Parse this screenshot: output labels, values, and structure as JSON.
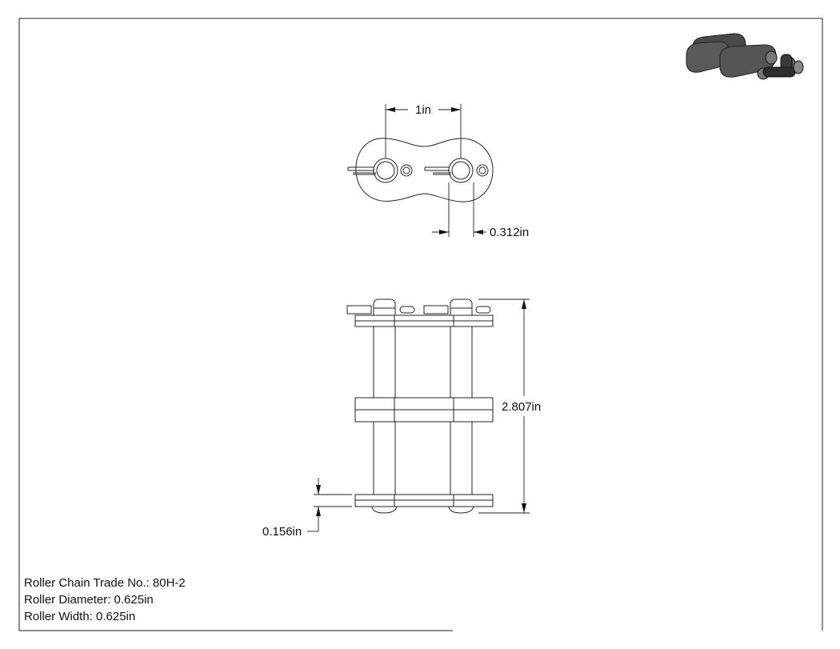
{
  "drawing": {
    "dimensions": {
      "pitch": "1in",
      "pin_offset": "0.312in",
      "overall_width": "2.807in",
      "plate_thickness": "0.156in"
    },
    "specs": [
      "Roller Chain Trade No.: 80H-2",
      "Roller Diameter: 0.625in",
      "Roller Width: 0.625in"
    ]
  }
}
